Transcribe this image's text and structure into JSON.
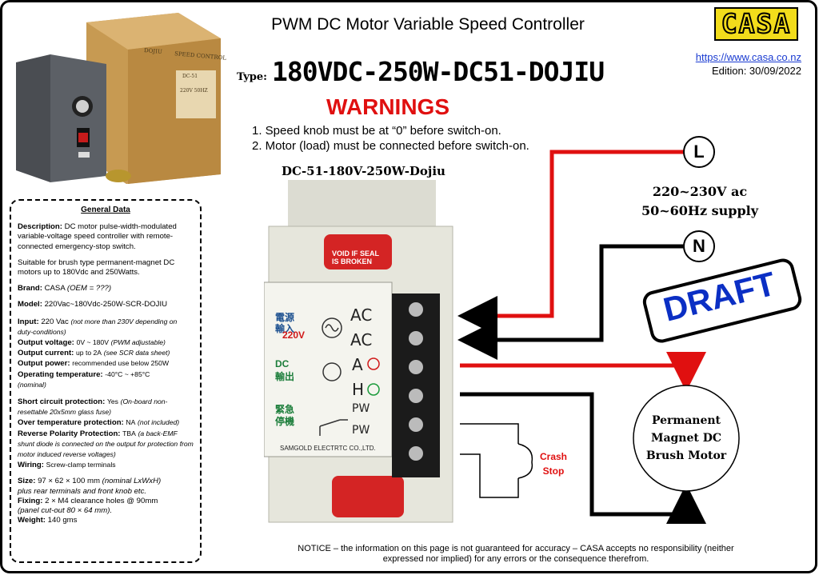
{
  "header": {
    "title": "PWM DC Motor Variable Speed Controller",
    "logo_text": "CASA",
    "url": "https://www.casa.co.nz",
    "edition": "Edition: 30/09/2022",
    "type_label": "Type:",
    "model_code": "180VDC-250W-DC51-DOJIU"
  },
  "warnings": {
    "heading": "WARNINGS",
    "items": [
      "1. Speed knob must be at “0” before switch-on.",
      "2. Motor (load) must be connected before switch-on."
    ]
  },
  "photo": {
    "box_label": "SPEED CONTROL",
    "box_model": "DC-51",
    "box_rating": "220V 50HZ",
    "brand_mark": "DOJIU"
  },
  "unit": {
    "label": "DC-51-180V-250W-Dojiu",
    "seal_line1": "VOID IF SEAL",
    "seal_line2": "IS BROKEN",
    "power_cn1": "電源",
    "power_cn2": "輸入",
    "voltage": "220V",
    "ac1": "AC",
    "ac2": "AC",
    "dc_cn1": "DC",
    "dc_cn2": "輸出",
    "a": "A",
    "h": "H",
    "estop_cn1": "緊急",
    "estop_cn2": "停機",
    "pw1": "PW",
    "pw2": "PW",
    "maker": "SAMGOLD  ELECTRTC CO.,LTD."
  },
  "supply": {
    "terminal_l": "L",
    "terminal_n": "N",
    "line1": "220~230V ac",
    "line2": "50~60Hz supply"
  },
  "draft_stamp": "DRAFT",
  "crash_stop": {
    "line1": "Crash",
    "line2": "Stop"
  },
  "motor": {
    "line1": "Permanent",
    "line2": "Magnet DC",
    "line3": "Brush Motor"
  },
  "general_data": {
    "title": "General Data",
    "description_label": "Description:",
    "description": "DC motor pulse-width-modulated variable-voltage speed controller with remote-connected emergency-stop switch.",
    "suitable": "Suitable for brush type permanent-magnet DC motors up to 180Vdc and 250Watts.",
    "brand_label": "Brand:",
    "brand": "CASA",
    "brand_note": "(OEM = ???)",
    "model_label": "Model:",
    "model": "220Vac~180Vdc-250W-SCR-DOJIU",
    "input_label": "Input:",
    "input": "220 Vac",
    "input_note": "(not more than 230V depending on duty-conditions)",
    "output_voltage_label": "Output voltage:",
    "output_voltage": "0V ~ 180V",
    "output_voltage_note": "(PWM adjustable)",
    "output_current_label": "Output current:",
    "output_current": "up to 2A",
    "output_current_note": "(see SCR data sheet)",
    "output_power_label": "Output power:",
    "output_power": "recommended use below 250W",
    "operating_temp_label": "Operating temperature:",
    "operating_temp": "-40°C ~ +85°C",
    "operating_temp_note": "(nominal)",
    "short_circuit_label": "Short circuit protection:",
    "short_circuit": "Yes",
    "short_circuit_note": "(On-board non-resettable 20x5mm glass fuse)",
    "over_temp_label": "Over temperature protection:",
    "over_temp": "NA",
    "over_temp_note": "(not included)",
    "reverse_polarity_label": "Reverse Polarity Protection:",
    "reverse_polarity": "TBA",
    "reverse_polarity_note": "(a back-EMF shunt diode is connected on the output for protection from motor induced reverse voltages)",
    "wiring_label": "Wiring:",
    "wiring": "Screw-clamp terminals",
    "size_label": "Size:",
    "size": "97 × 62 × 100 mm",
    "size_note": "(nominal LxWxH)",
    "size_extra": "plus rear terminals and front knob etc.",
    "fixing_label": "Fixing:",
    "fixing": "2 × M4 clearance holes @ 90mm",
    "fixing_note": "(panel cut-out 80 × 64 mm).",
    "weight_label": "Weight:",
    "weight": "140 gms"
  },
  "notice": {
    "line1": "NOTICE – the information on this page is not guaranteed for accuracy – CASA accepts no responsibility (neither",
    "line2": "expressed nor implied) for any errors or the consequence therefrom."
  },
  "colors": {
    "logo_yellow": "#f2dc1b",
    "warning_red": "#e01010",
    "draft_blue": "#0b2fc4",
    "link_blue": "#1a3bd1"
  }
}
